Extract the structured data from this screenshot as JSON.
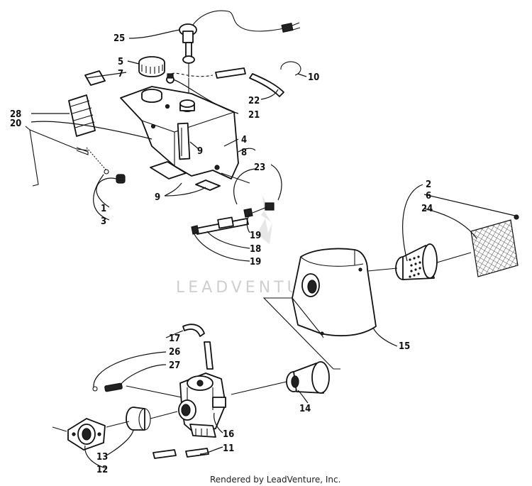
{
  "watermark": "LEADVENTURE",
  "footer": "Rendered by LeadVenture, Inc.",
  "callouts": [
    "25",
    "5",
    "7",
    "10",
    "22",
    "21",
    "28",
    "20",
    "4",
    "8",
    "9",
    "23",
    "9",
    "1",
    "3",
    "19",
    "18",
    "19",
    "2",
    "6",
    "24",
    "15",
    "17",
    "26",
    "27",
    "14",
    "16",
    "11",
    "13",
    "12"
  ],
  "parts": [
    {
      "id": "fuel-tank",
      "label": "4"
    },
    {
      "id": "fuel-cap",
      "label": "5"
    },
    {
      "id": "fuel-gauge-sender",
      "label": "25"
    },
    {
      "id": "decal",
      "label": "7"
    },
    {
      "id": "decal-large",
      "label": "28"
    },
    {
      "id": "tank-bracket",
      "label": "20"
    },
    {
      "id": "air-silencer",
      "label": "15"
    },
    {
      "id": "screen-filter",
      "label": "24"
    },
    {
      "id": "intake-tube",
      "label": "2"
    },
    {
      "id": "boot",
      "label": "14"
    },
    {
      "id": "carburetor",
      "label": "16"
    },
    {
      "id": "flange",
      "label": "12"
    },
    {
      "id": "clamp",
      "label": "13"
    }
  ]
}
